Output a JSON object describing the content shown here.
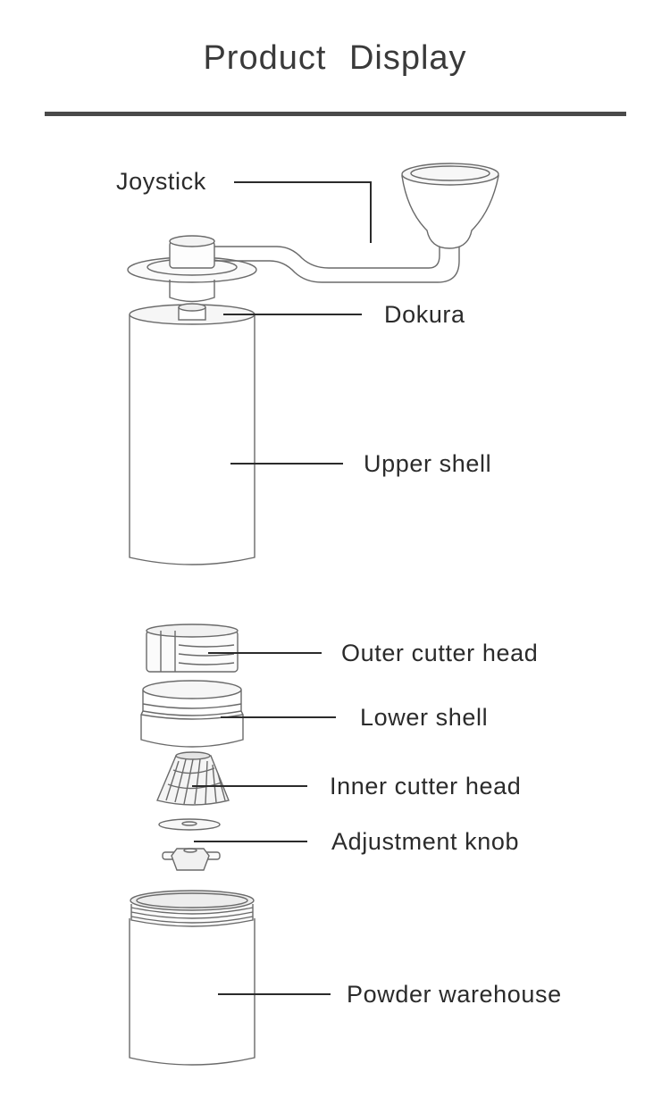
{
  "title": "Product  Display",
  "labels": {
    "joystick": "Joystick",
    "dokura": "Dokura",
    "upper_shell": "Upper shell",
    "outer_cutter_head": "Outer cutter head",
    "lower_shell": "Lower shell",
    "inner_cutter_head": "Inner cutter head",
    "adjustment_knob": "Adjustment knob",
    "powder_warehouse": "Powder warehouse"
  }
}
